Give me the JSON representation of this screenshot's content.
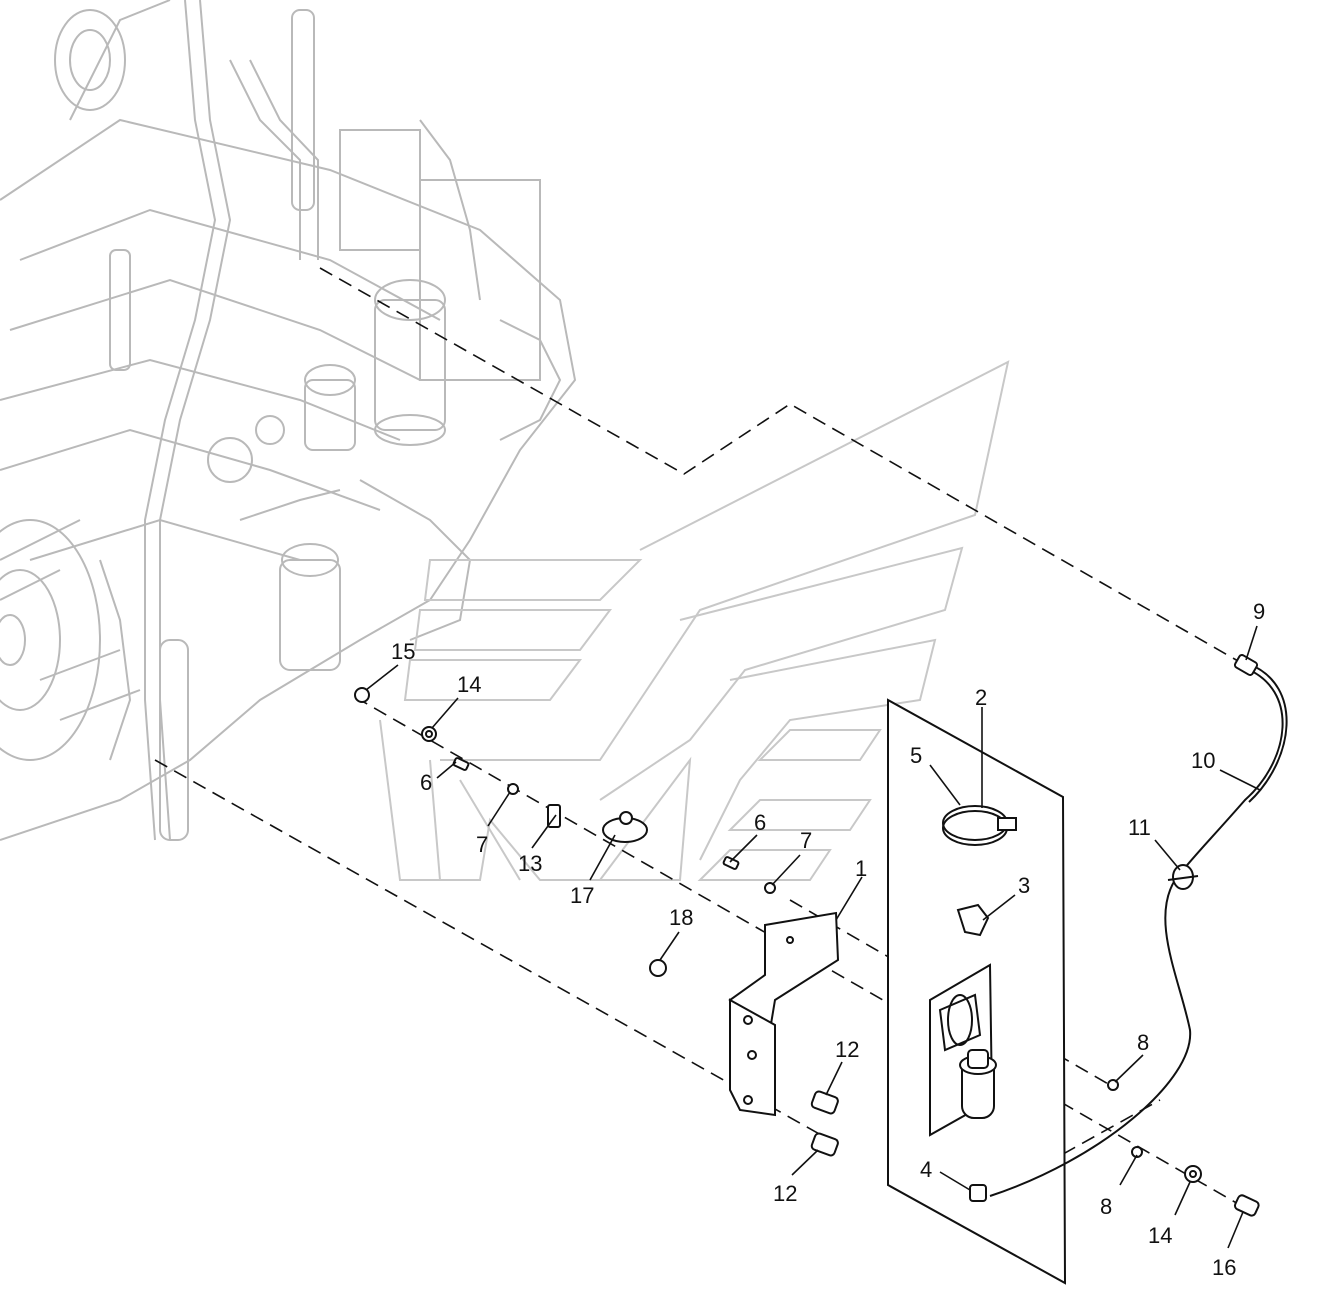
{
  "callouts": {
    "c1": "1",
    "c2": "2",
    "c3": "3",
    "c4": "4",
    "c5": "5",
    "c6a": "6",
    "c6b": "6",
    "c7a": "7",
    "c7b": "7",
    "c8a": "8",
    "c8b": "8",
    "c9": "9",
    "c10": "10",
    "c11": "11",
    "c12a": "12",
    "c12b": "12",
    "c13": "13",
    "c14a": "14",
    "c14b": "14",
    "c15": "15",
    "c16": "16",
    "c17": "17",
    "c18": "18"
  }
}
